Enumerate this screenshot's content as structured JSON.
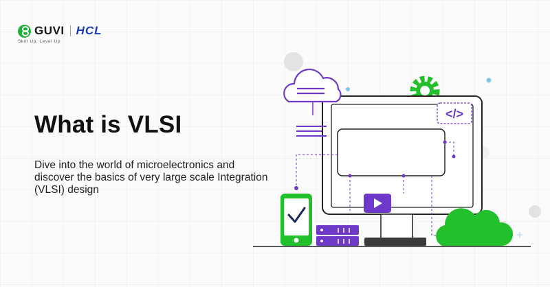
{
  "brand": {
    "name": "GUVI",
    "partner": "HCL",
    "tagline": "Skill Up. Level Up"
  },
  "headline": "What is VLSI",
  "description": "Dive into the world of microelectronics and discover the basics of very large scale Integration (VLSI) design",
  "illustration": {
    "code_tag": "</>",
    "accent_colors": {
      "green": "#22c02a",
      "purple": "#6e38c9",
      "dot_blue": "#7fc3e8"
    },
    "icons": [
      "cloud-icon",
      "gear-icon",
      "code-icon",
      "play-icon",
      "check-icon",
      "server-icon",
      "smartphone-icon",
      "monitor-icon"
    ]
  }
}
